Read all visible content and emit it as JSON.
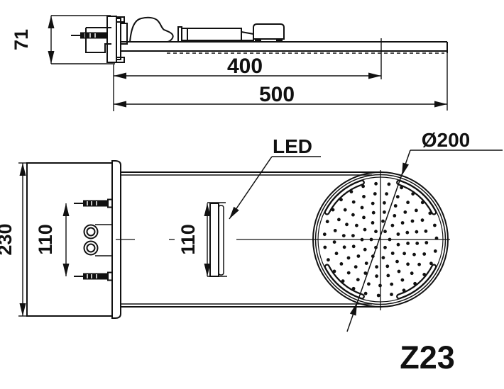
{
  "drawing": {
    "model_label": "Z23",
    "led_label": "LED",
    "diameter_label": "Ø200",
    "dimensions": {
      "bracket_height": "71",
      "face_center_offset": "400",
      "overall_length": "500",
      "plate_height": "230",
      "anchor_spacing": "110",
      "led_length": "110"
    },
    "colors": {
      "line": "#111111",
      "background": "#ffffff"
    }
  }
}
